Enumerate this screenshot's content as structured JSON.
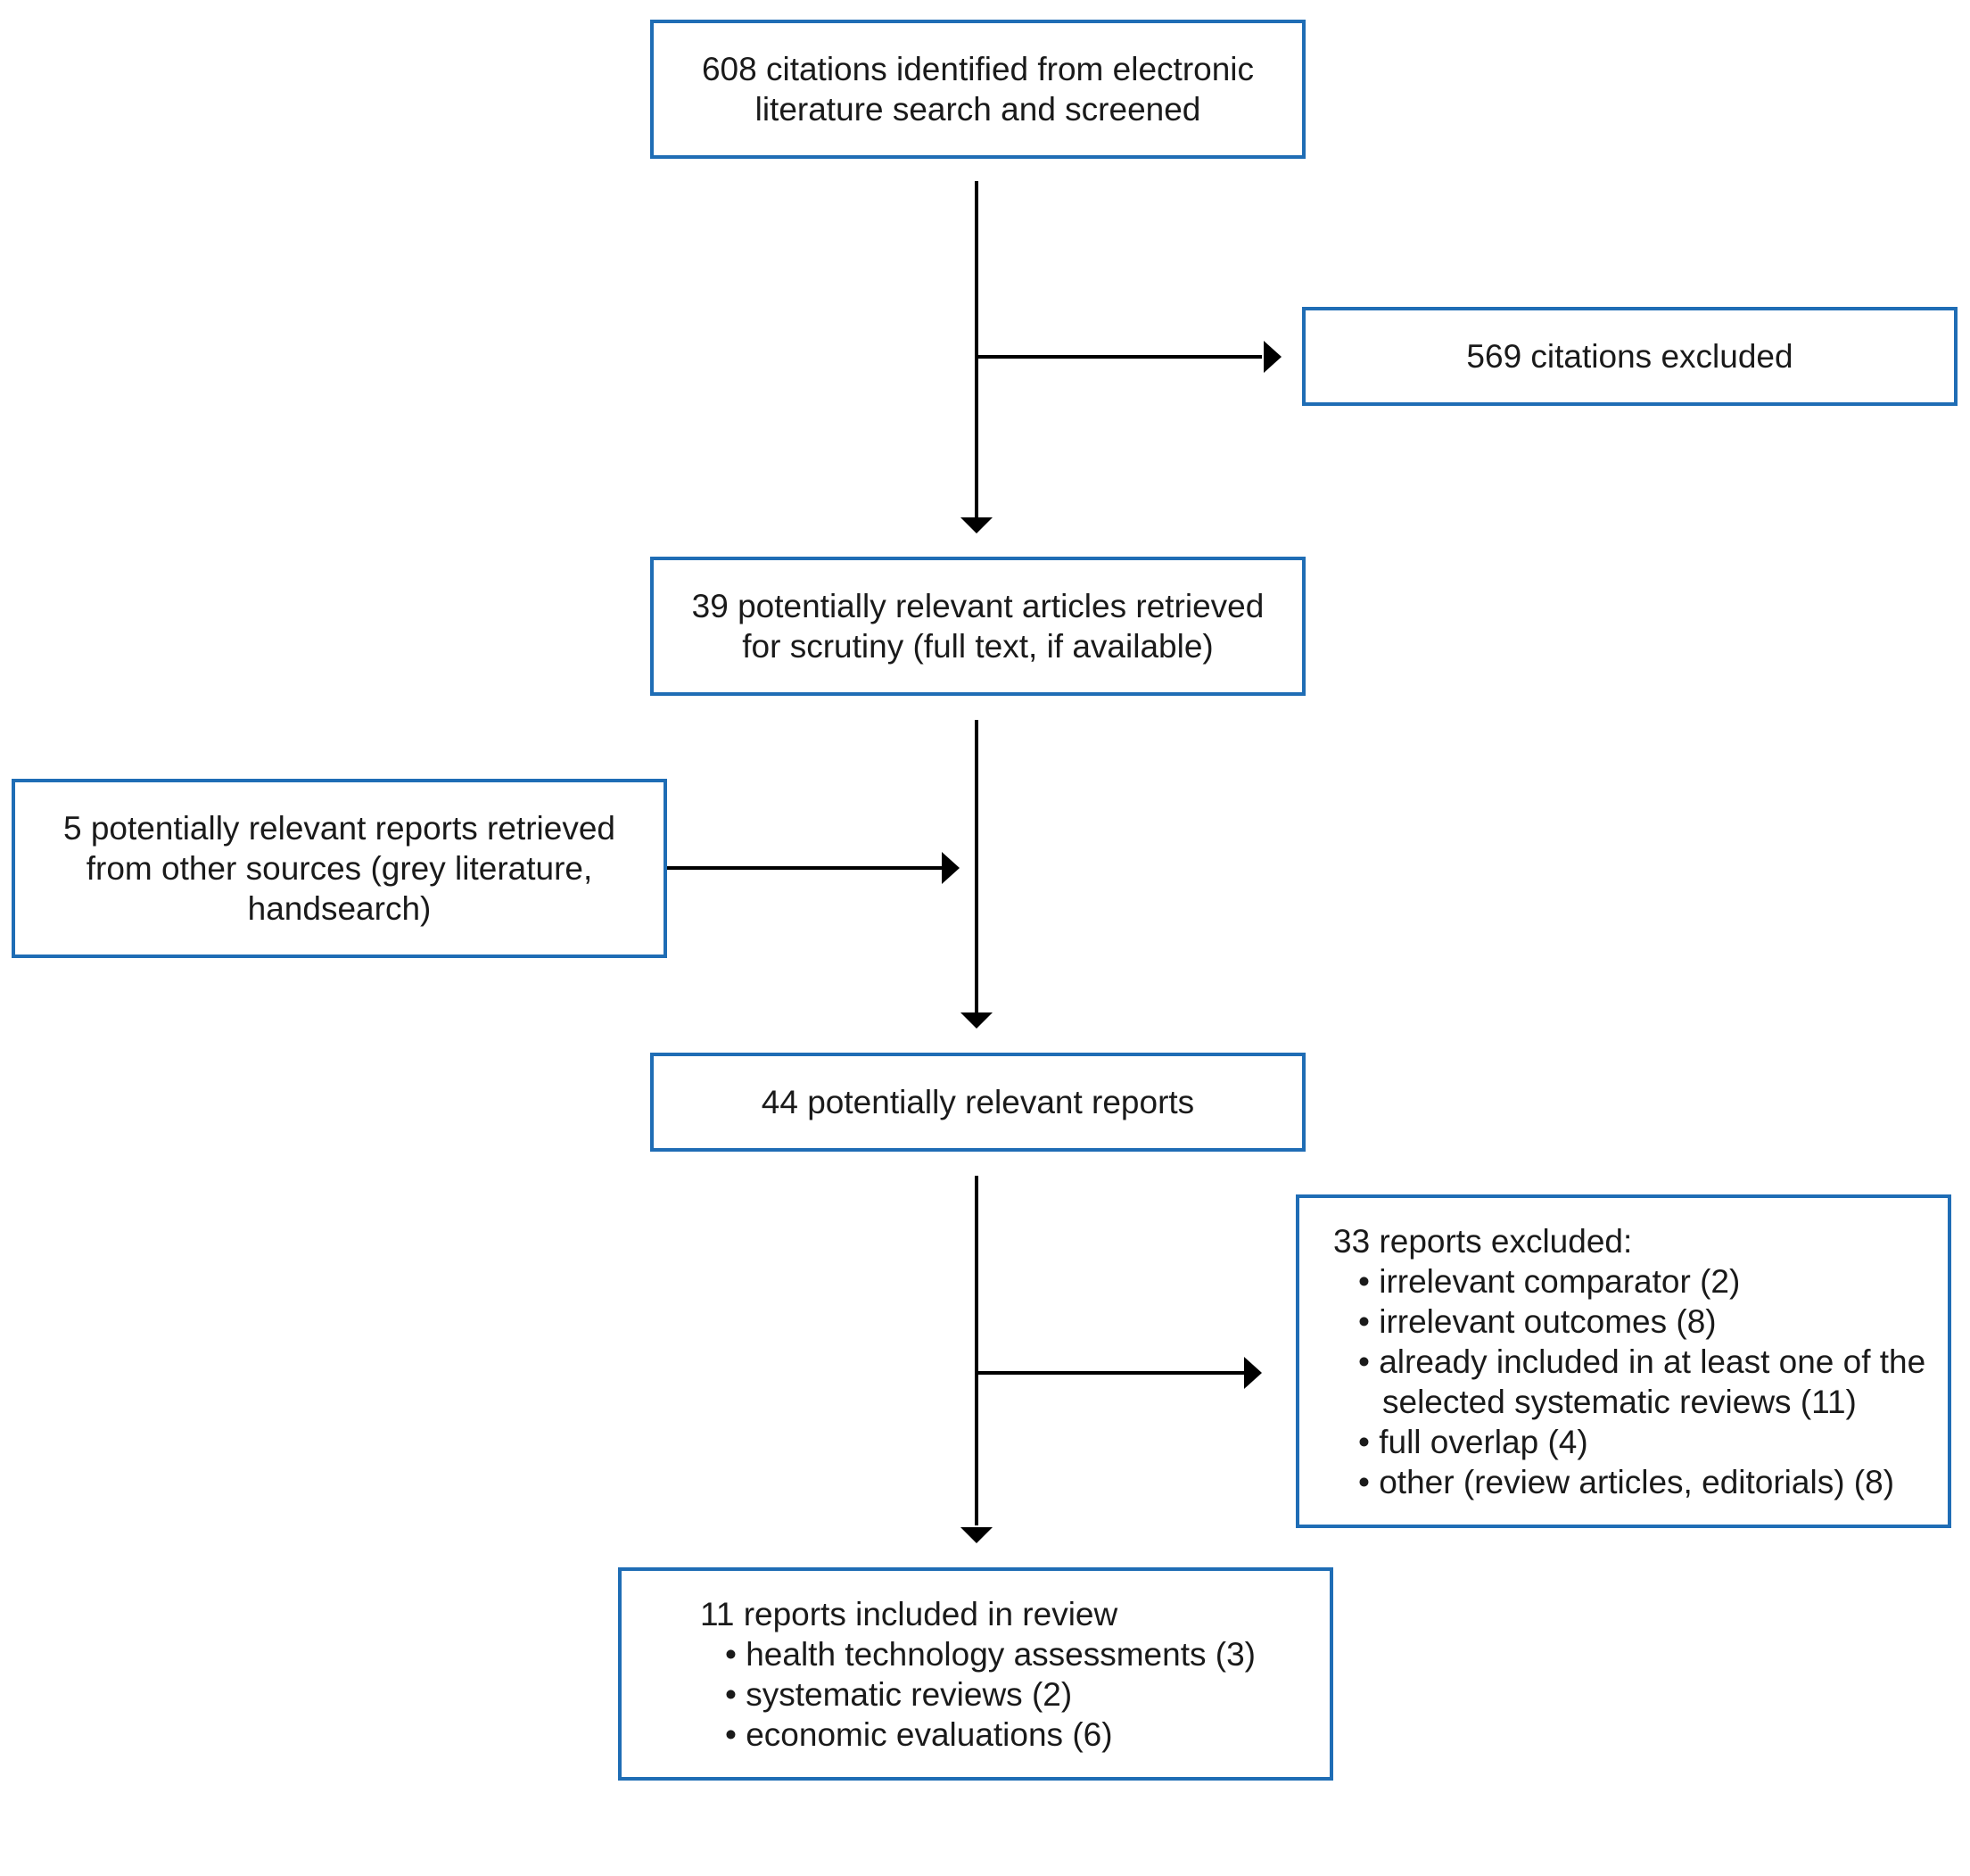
{
  "boxes": {
    "identified": [
      "608 citations identified from electronic",
      "literature search and screened"
    ],
    "excluded_citations": [
      "569 citations excluded"
    ],
    "retrieved": [
      "39 potentially relevant articles retrieved",
      "for scrutiny (full text, if available)"
    ],
    "other_sources": [
      "5 potentially relevant reports retrieved",
      "from other sources (grey literature,",
      "handsearch)"
    ],
    "potentially_relevant": [
      "44 potentially relevant reports"
    ],
    "reports_excluded": {
      "title": "33 reports excluded:",
      "items": [
        "• irrelevant comparator (2)",
        "• irrelevant outcomes (8)",
        "• already included in at least one of the",
        "selected systematic reviews (11)",
        "• full overlap (4)",
        "• other (review articles, editorials) (8)"
      ]
    },
    "included": {
      "title": "11 reports included in review",
      "items": [
        "• health technology assessments (3)",
        "• systematic reviews (2)",
        "• economic evaluations (6)"
      ]
    }
  }
}
